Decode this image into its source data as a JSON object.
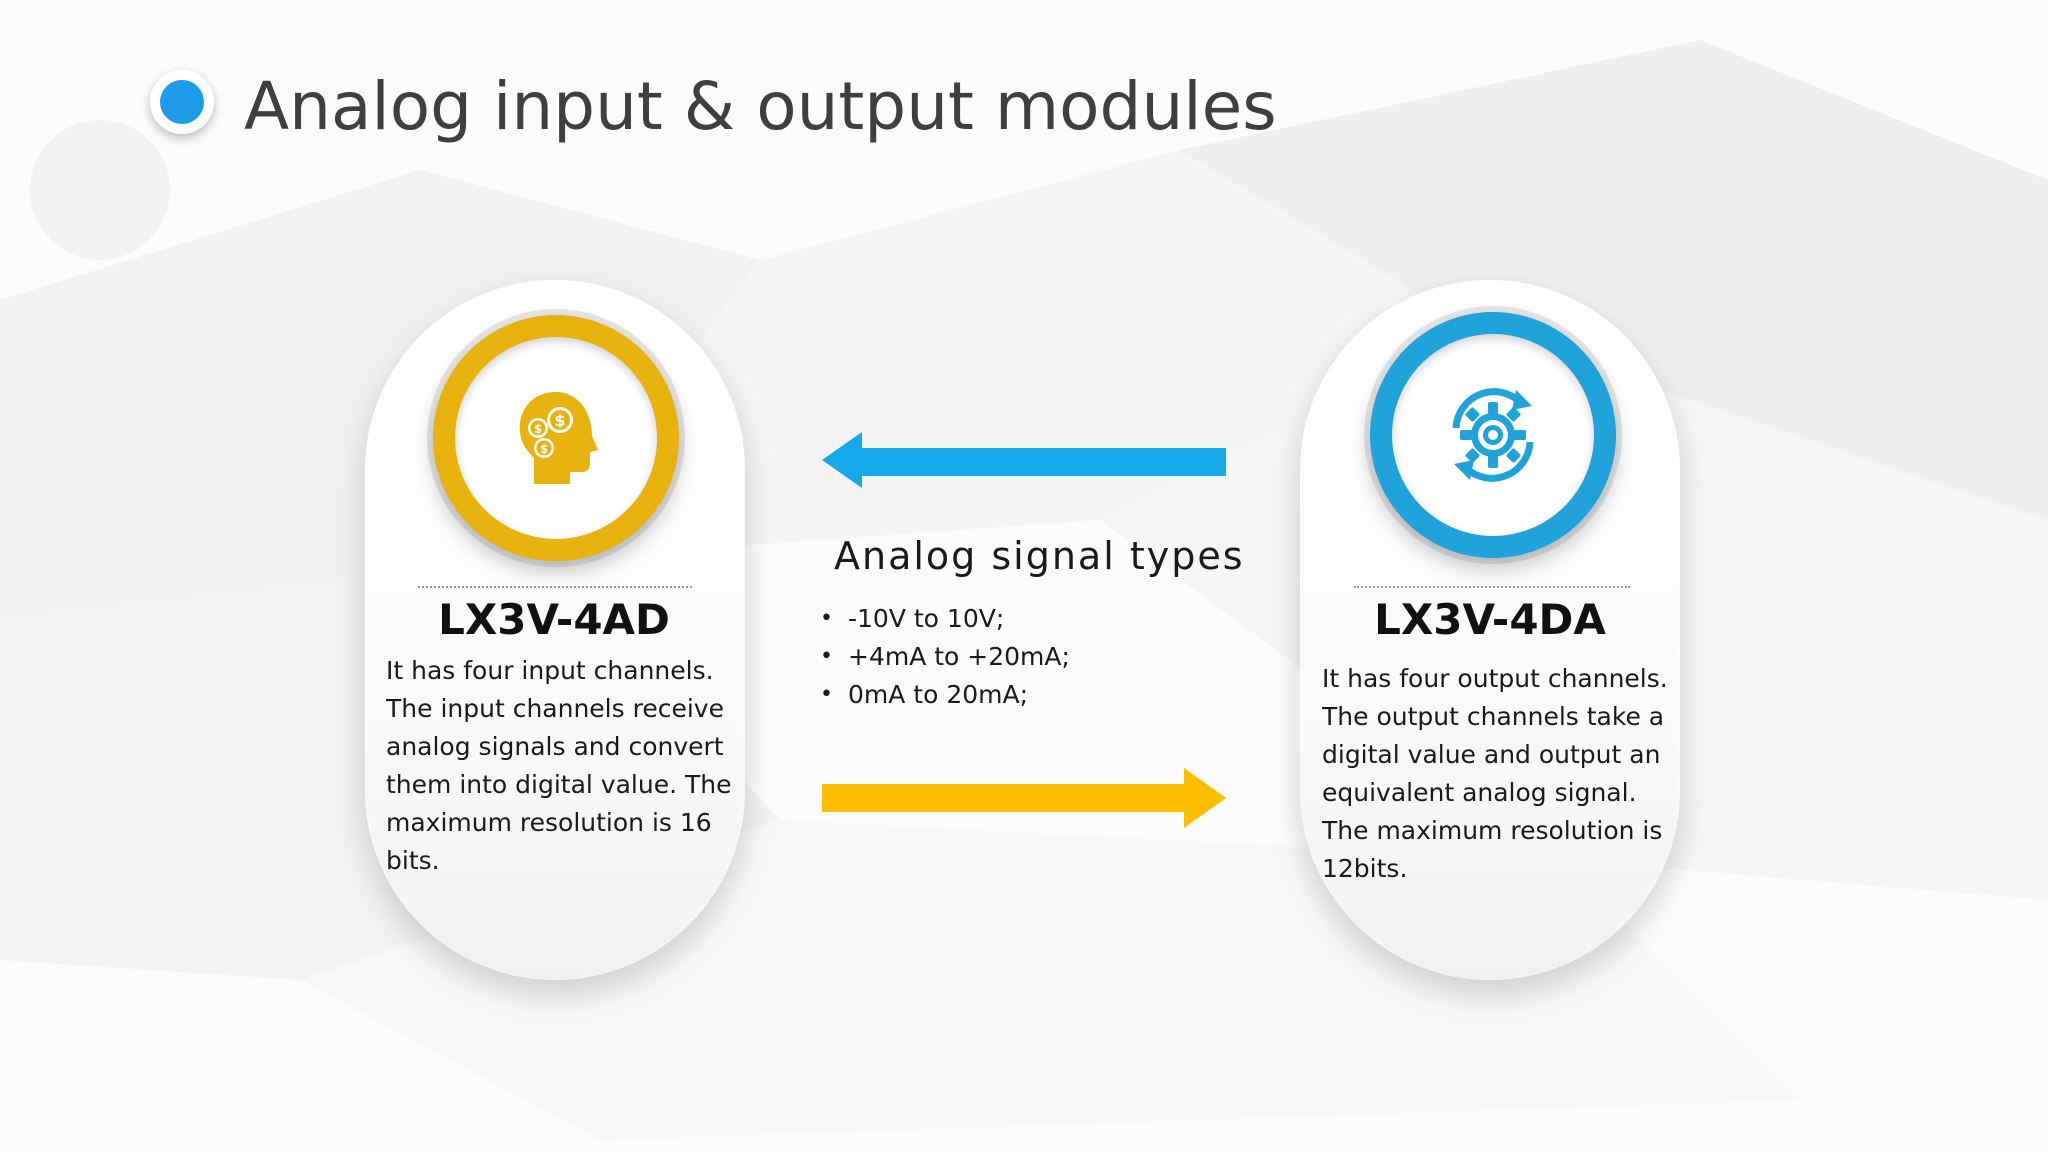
{
  "slide": {
    "title": "Analog input & output modules",
    "accent_blue": "#1e9be8",
    "accent_yellow": "#fbbf00"
  },
  "left_card": {
    "icon": "head-with-coins-icon",
    "ring_color": "#e8b20f",
    "title": "LX3V-4AD",
    "description": "It has four input channels. The input channels receive analog signals and convert them into digital value. The maximum resolution is 16 bits."
  },
  "right_card": {
    "icon": "gear-refresh-icon",
    "ring_color": "#1fa3da",
    "title": "LX3V-4DA",
    "description": "It has four output channels. The output channels take a digital value and output an equivalent analog signal. The maximum resolution is 12bits."
  },
  "center": {
    "heading": "Analog signal types",
    "items": [
      "-10V to 10V;",
      "+4mA to +20mA;",
      "0mA to 20mA;"
    ],
    "arrow_top": {
      "direction": "left",
      "color": "#16a9ea"
    },
    "arrow_bottom": {
      "direction": "right",
      "color": "#fbbf00"
    }
  }
}
